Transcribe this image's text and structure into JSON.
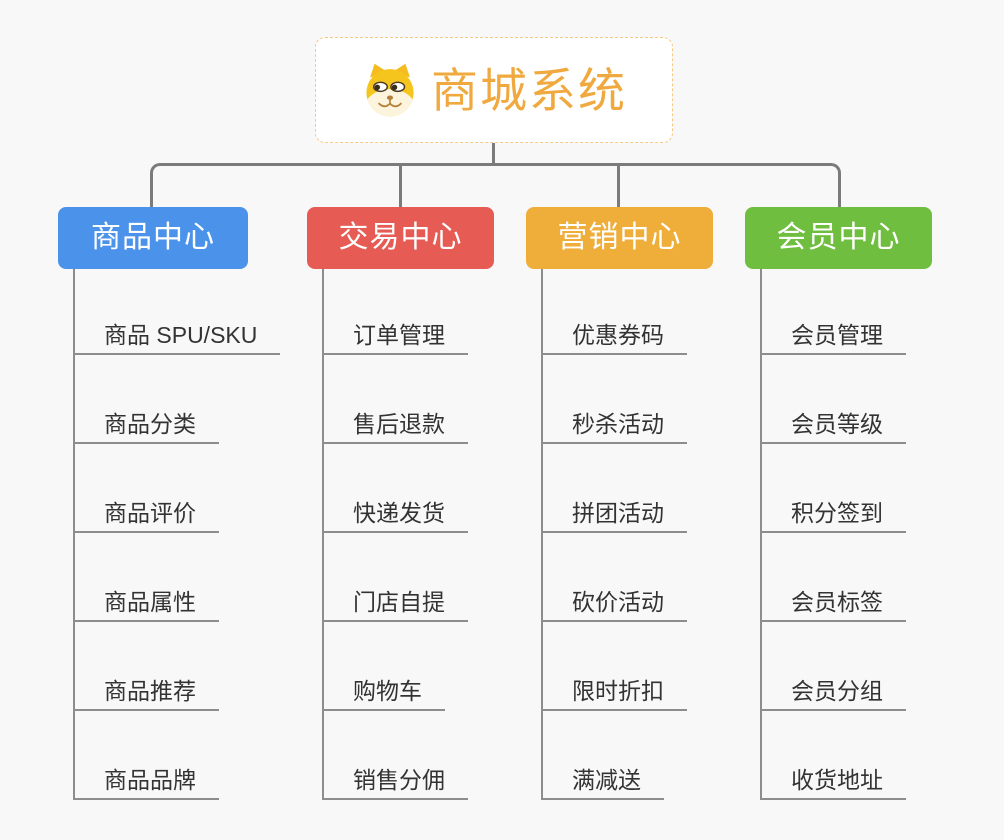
{
  "canvas": {
    "background": "#f8f8f8"
  },
  "root": {
    "label": "商城系统",
    "text_color": "#f0a93e",
    "border_color": "#f5c885",
    "icon": "doge-face-icon"
  },
  "connectors": {
    "top_color": "#7b7b7b",
    "branch_color": "#8d8d8d"
  },
  "branches": [
    {
      "label": "商品中心",
      "color": "#4b93ea",
      "children": [
        "商品 SPU/SKU",
        "商品分类",
        "商品评价",
        "商品属性",
        "商品推荐",
        "商品品牌"
      ]
    },
    {
      "label": "交易中心",
      "color": "#e65b54",
      "children": [
        "订单管理",
        "售后退款",
        "快递发货",
        "门店自提",
        "购物车",
        "销售分佣"
      ]
    },
    {
      "label": "营销中心",
      "color": "#efad3a",
      "children": [
        "优惠券码",
        "秒杀活动",
        "拼团活动",
        "砍价活动",
        "限时折扣",
        "满减送"
      ]
    },
    {
      "label": "会员中心",
      "color": "#70be3f",
      "children": [
        "会员管理",
        "会员等级",
        "积分签到",
        "会员标签",
        "会员分组",
        "收货地址"
      ]
    }
  ]
}
